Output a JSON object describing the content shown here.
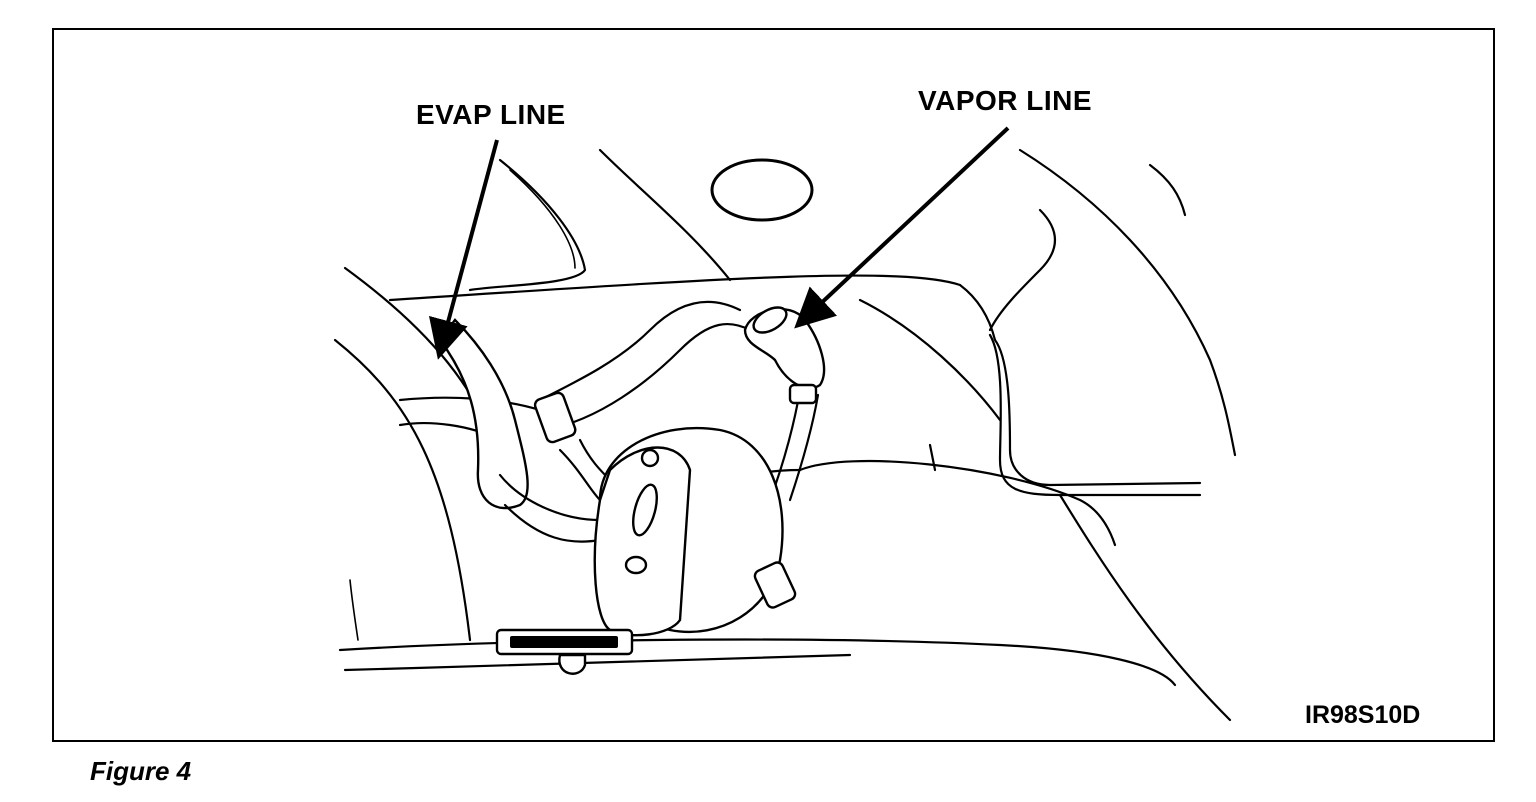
{
  "callouts": {
    "evap_line": "EVAP LINE",
    "vapor_line": "VAPOR LINE"
  },
  "figure_id": "IR98S10D",
  "caption": "Figure 4",
  "colors": {
    "ink": "#000000",
    "paper": "#ffffff"
  }
}
